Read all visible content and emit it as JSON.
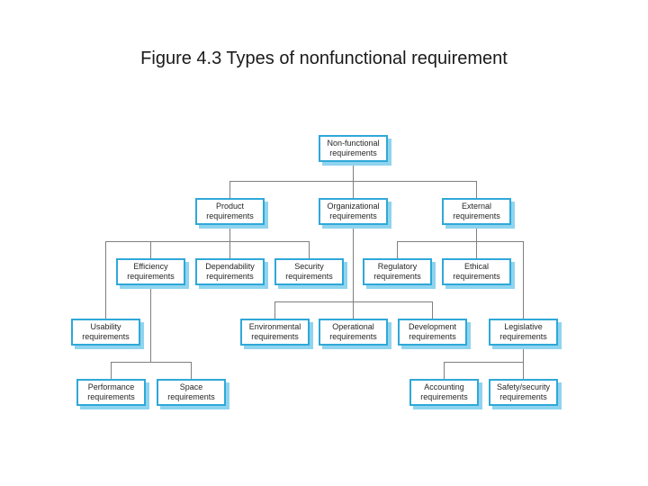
{
  "title": "Figure 4.3 Types of nonfunctional requirement",
  "diagram": {
    "type": "hierarchy-tree",
    "nodes": {
      "nonfunctional": {
        "line1": "Non-functional",
        "line2": "requirements"
      },
      "product": {
        "line1": "Product",
        "line2": "requirements"
      },
      "organizational": {
        "line1": "Organizational",
        "line2": "requirements"
      },
      "external": {
        "line1": "External",
        "line2": "requirements"
      },
      "efficiency": {
        "line1": "Efficiency",
        "line2": "requirements"
      },
      "dependability": {
        "line1": "Dependability",
        "line2": "requirements"
      },
      "security": {
        "line1": "Security",
        "line2": "requirements"
      },
      "regulatory": {
        "line1": "Regulatory",
        "line2": "requirements"
      },
      "ethical": {
        "line1": "Ethical",
        "line2": "requirements"
      },
      "usability": {
        "line1": "Usability",
        "line2": "requirements"
      },
      "environmental": {
        "line1": "Environmental",
        "line2": "requirements"
      },
      "operational": {
        "line1": "Operational",
        "line2": "requirements"
      },
      "development": {
        "line1": "Development",
        "line2": "requirements"
      },
      "legislative": {
        "line1": "Legislative",
        "line2": "requirements"
      },
      "performance": {
        "line1": "Performance",
        "line2": "requirements"
      },
      "space": {
        "line1": "Space",
        "line2": "requirements"
      },
      "accounting": {
        "line1": "Accounting",
        "line2": "requirements"
      },
      "safety_security": {
        "line1": "Safety/security",
        "line2": "requirements"
      }
    },
    "edges": [
      [
        "nonfunctional",
        "product"
      ],
      [
        "nonfunctional",
        "organizational"
      ],
      [
        "nonfunctional",
        "external"
      ],
      [
        "product",
        "usability"
      ],
      [
        "product",
        "efficiency"
      ],
      [
        "product",
        "dependability"
      ],
      [
        "product",
        "security"
      ],
      [
        "organizational",
        "environmental"
      ],
      [
        "organizational",
        "operational"
      ],
      [
        "organizational",
        "development"
      ],
      [
        "external",
        "regulatory"
      ],
      [
        "external",
        "ethical"
      ],
      [
        "external",
        "legislative"
      ],
      [
        "efficiency",
        "performance"
      ],
      [
        "efficiency",
        "space"
      ],
      [
        "legislative",
        "accounting"
      ],
      [
        "legislative",
        "safety_security"
      ]
    ],
    "colors": {
      "box_fill": "#ffffff",
      "box_border": "#2fa8d8",
      "box_shadow": "#8fd4ef",
      "connector": "#7f7f7f",
      "text": "#262626"
    }
  }
}
